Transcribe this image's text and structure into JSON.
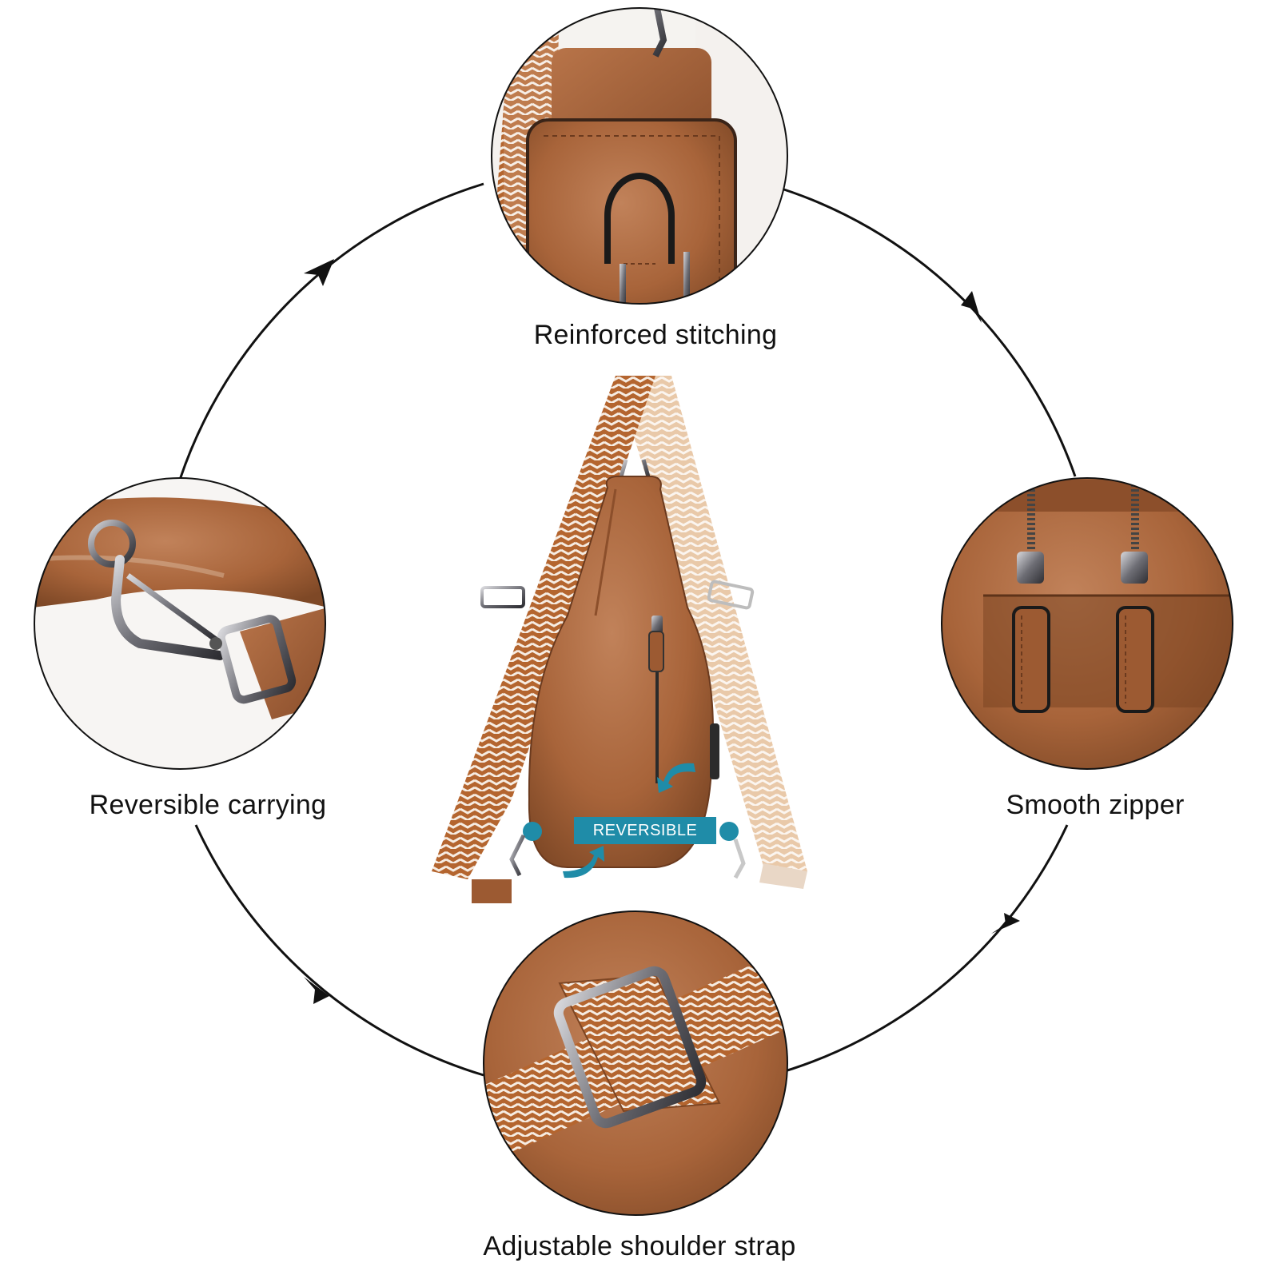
{
  "features": {
    "top": "Reinforced stitching",
    "left": "Reversible carrying",
    "right": "Smooth zipper",
    "bottom": "Adjustable shoulder strap"
  },
  "product": {
    "badge": "REVERSIBLE"
  },
  "colors": {
    "leather": "#a8643a",
    "leather_dark": "#7a4425",
    "leather_light": "#c78a5f",
    "strap_cream": "#f3e6d8",
    "accent": "#1f8ca8",
    "ring": "#111111"
  },
  "icons": [
    "cycle-arrow-icon",
    "curved-arrow-icon",
    "buckle-icon",
    "clasp-icon",
    "zipper-icon"
  ]
}
